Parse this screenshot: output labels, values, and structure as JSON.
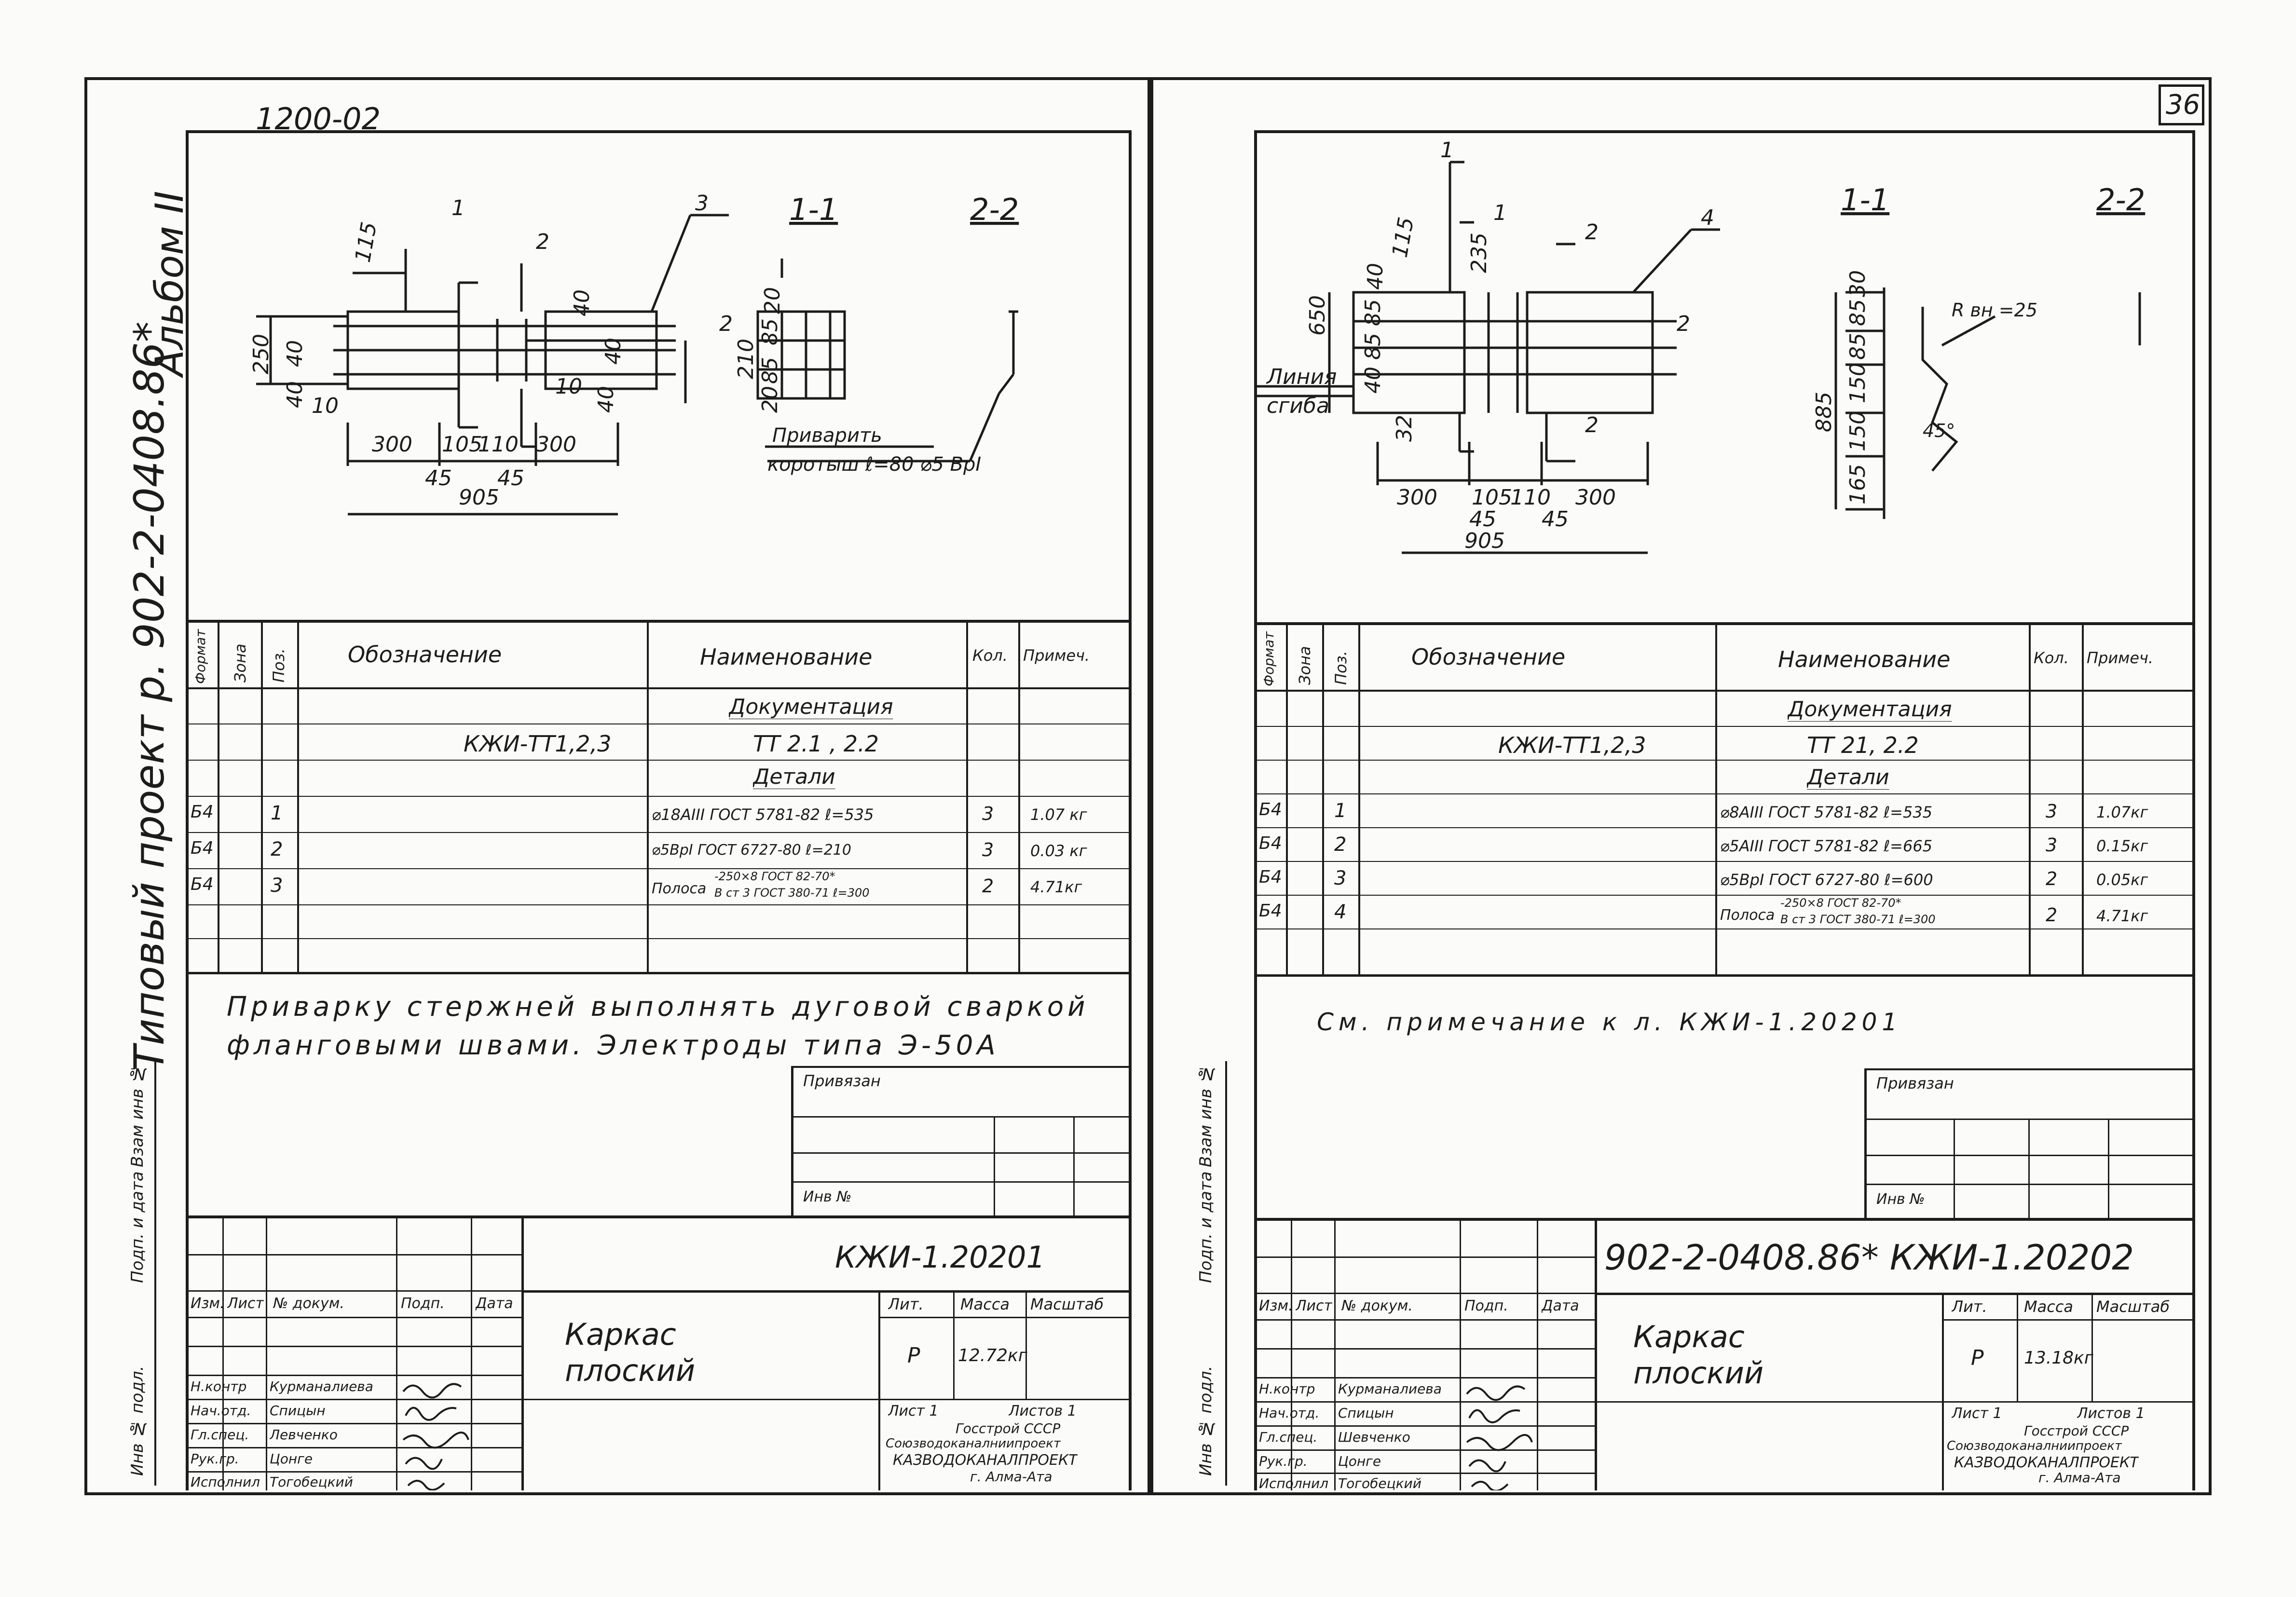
{
  "binding": {
    "album": "Альбом II",
    "project": "Типовый проект р. 902-2-0408.86*",
    "side_labels": [
      "Инв № подл.",
      "Подп. и дата",
      "Взам инв №"
    ]
  },
  "left_sheet": {
    "header_code": "1200-02",
    "drawing": {
      "section_1": "1",
      "section_2": "2",
      "leader_3": "3",
      "dims": [
        "115",
        "250",
        "40",
        "40",
        "10",
        "300",
        "105",
        "110",
        "300",
        "45",
        "45",
        "905",
        "40",
        "40",
        "10",
        "40"
      ],
      "section_view_1_1": "1-1",
      "section_view_2_2": "2-2",
      "section_dims": [
        "210",
        "85",
        "85",
        "20",
        "20"
      ],
      "weld_note_line1": "Приварить",
      "weld_note_line2": "коротыш ℓ=80 ⌀5 ВрI"
    },
    "table": {
      "headers": {
        "format": "Формат",
        "zone": "Зона",
        "pos": "Поз.",
        "designation": "Обозначение",
        "name": "Наименование",
        "qty": "Кол.",
        "note": "Примеч."
      },
      "section_docs": "Документация",
      "doc_row": {
        "designation": "КЖИ-ТТ1,2,3",
        "name": "ТТ 2.1 , 2.2"
      },
      "section_parts": "Детали",
      "rows": [
        {
          "format": "Б4",
          "pos": "1",
          "name": "⌀18AIII ГОСТ 5781-82  ℓ=535",
          "qty": "3",
          "note": "1.07 кг"
        },
        {
          "format": "Б4",
          "pos": "2",
          "name": "⌀5ВрI ГОСТ 6727-80  ℓ=210",
          "qty": "3",
          "note": "0.03 кг"
        },
        {
          "format": "Б4",
          "pos": "3",
          "name_top": "-250×8 ГОСТ 82-70*",
          "name_label": "Полоса",
          "name_bottom": "В ст 3 ГОСТ 380-71 ℓ=300",
          "qty": "2",
          "note": "4.71кг"
        }
      ]
    },
    "note_line1": "Приварку стержней выполнять дуговой сваркой",
    "note_line2": "фланговыми швами. Электроды типа Э-50А",
    "privyazan": "Привязан",
    "inv_no": "Инв №",
    "title_block": {
      "doc_code": "КЖИ-1.20201",
      "sheet_title_1": "Каркас",
      "sheet_title_2": "плоский",
      "col_headers": [
        "Изм.",
        "Лист",
        "№ докум.",
        "Подп.",
        "Дата"
      ],
      "lit_label": "Лит.",
      "mass_label": "Масса",
      "scale_label": "Масштаб",
      "lit": "Р",
      "mass": "12.72кг",
      "sheet": "Лист 1",
      "sheets": "Листов 1",
      "signers": [
        {
          "role": "Н.контр",
          "name": "Курманалиева"
        },
        {
          "role": "Нач.отд.",
          "name": "Спицын"
        },
        {
          "role": "Гл.спец.",
          "name": "Левченко"
        },
        {
          "role": "Рук.гр.",
          "name": "Цонге"
        },
        {
          "role": "Исполнил",
          "name": "Тогобецкий"
        }
      ],
      "org_1": "Госстрой СССР",
      "org_2": "Союзводоканалниипроект",
      "org_3": "КАЗВОДОКАНАЛПРОЕКТ",
      "org_4": "г. Алма-Ата"
    }
  },
  "right_sheet": {
    "page_number": "36",
    "drawing": {
      "section_1": "1",
      "section_2": "2",
      "leader_4": "4",
      "dims": [
        "115",
        "235",
        "40",
        "650",
        "85",
        "85",
        "40",
        "300",
        "105",
        "110",
        "300",
        "45",
        "45",
        "905",
        "32"
      ],
      "bend_line_1": "Линия",
      "bend_line_2": "сгиба",
      "section_view_1_1": "1-1",
      "section_view_2_2": "2-2",
      "section_dims": [
        "885",
        "30",
        "85",
        "85",
        "150",
        "150",
        "165"
      ],
      "radius": "R вн =25",
      "angle": "45°"
    },
    "table": {
      "headers": {
        "format": "Формат",
        "zone": "Зона",
        "pos": "Поз.",
        "designation": "Обозначение",
        "name": "Наименование",
        "qty": "Кол.",
        "note": "Примеч."
      },
      "section_docs": "Документация",
      "doc_row": {
        "designation": "КЖИ-ТТ1,2,3",
        "name": "ТТ 21, 2.2"
      },
      "section_parts": "Детали",
      "rows": [
        {
          "format": "Б4",
          "pos": "1",
          "name": "⌀8AIII ГОСТ 5781-82  ℓ=535",
          "qty": "3",
          "note": "1.07кг"
        },
        {
          "format": "Б4",
          "pos": "2",
          "name": "⌀5AIII ГОСТ 5781-82  ℓ=665",
          "qty": "3",
          "note": "0.15кг"
        },
        {
          "format": "Б4",
          "pos": "3",
          "name": "⌀5ВрI ГОСТ 6727-80  ℓ=600",
          "qty": "2",
          "note": "0.05кг"
        },
        {
          "format": "Б4",
          "pos": "4",
          "name_top": "-250×8 ГОСТ 82-70*",
          "name_label": "Полоса",
          "name_bottom": "В ст 3 ГОСТ 380-71 ℓ=300",
          "qty": "2",
          "note": "4.71кг"
        }
      ]
    },
    "note_line1": "См. примечание к л. КЖИ-1.20201",
    "privyazan": "Привязан",
    "inv_no": "Инв №",
    "title_block": {
      "doc_code": "902-2-0408.86* КЖИ-1.20202",
      "sheet_title_1": "Каркас",
      "sheet_title_2": "плоский",
      "col_headers": [
        "Изм.",
        "Лист",
        "№ докум.",
        "Подп.",
        "Дата"
      ],
      "lit_label": "Лит.",
      "mass_label": "Масса",
      "scale_label": "Масштаб",
      "lit": "Р",
      "mass": "13.18кг",
      "sheet": "Лист 1",
      "sheets": "Листов 1",
      "signers": [
        {
          "role": "Н.контр",
          "name": "Курманалиева"
        },
        {
          "role": "Нач.отд.",
          "name": "Спицын"
        },
        {
          "role": "Гл.спец.",
          "name": "Шевченко"
        },
        {
          "role": "Рук.гр.",
          "name": "Цонге"
        },
        {
          "role": "Исполнил",
          "name": "Тогобецкий"
        }
      ],
      "org_1": "Госстрой СССР",
      "org_2": "Союзводоканалниипроект",
      "org_3": "КАЗВОДОКАНАЛПРОЕКТ",
      "org_4": "г. Алма-Ата"
    }
  }
}
